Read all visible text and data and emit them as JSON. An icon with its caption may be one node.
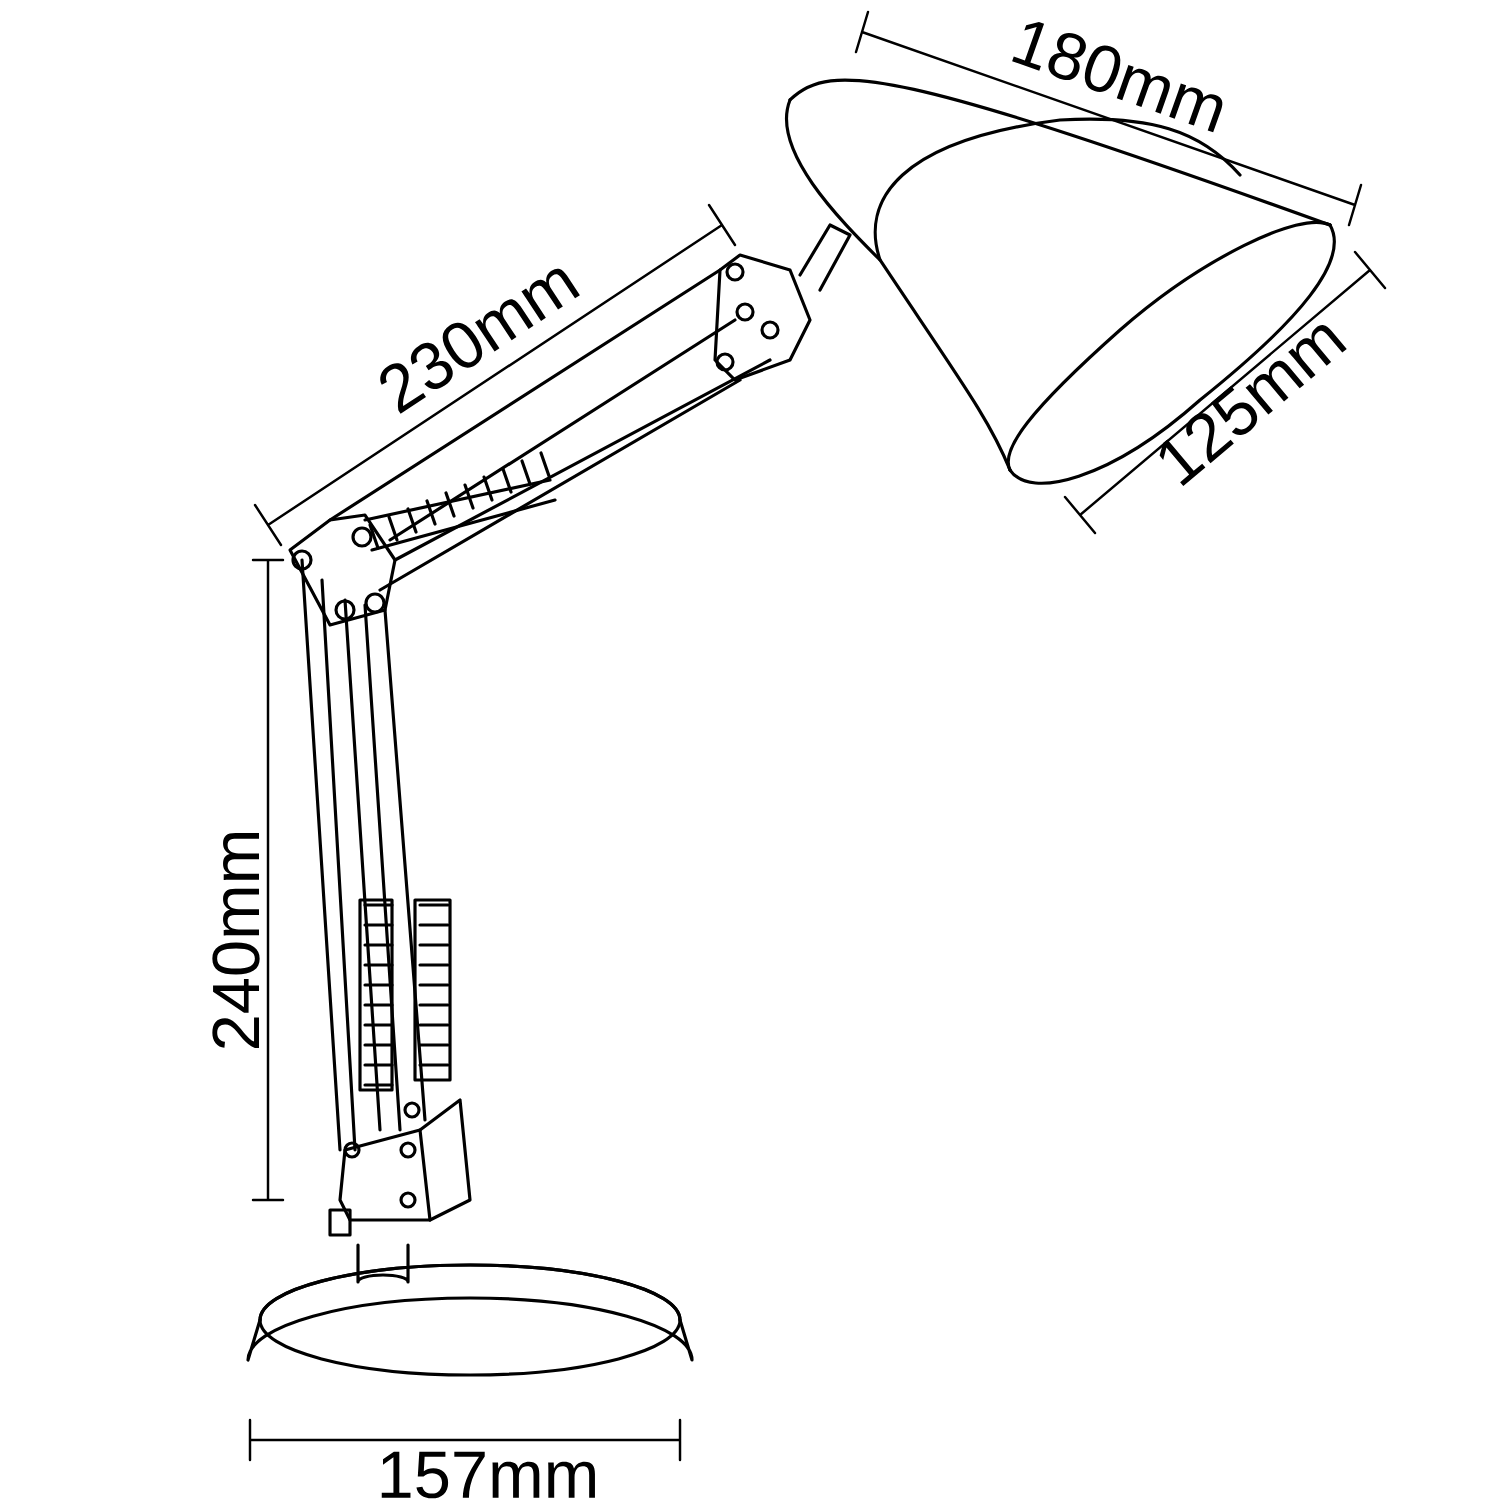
{
  "diagram": {
    "labels": [
      "180mm",
      "230mm",
      "125mm",
      "240mm",
      "157mm"
    ]
  }
}
